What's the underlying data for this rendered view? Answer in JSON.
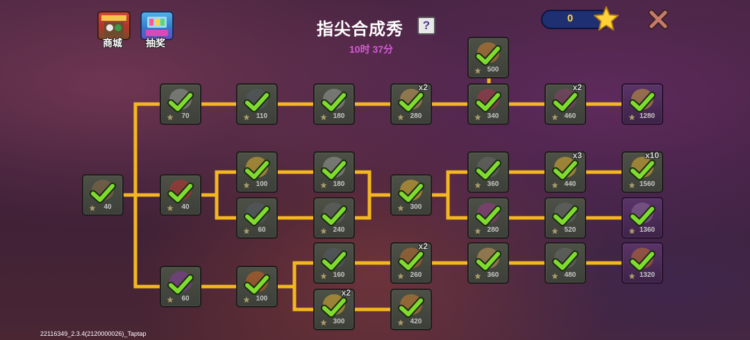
{
  "header": {
    "title": "指尖合成秀",
    "help_label": "?",
    "timer": "10时 37分",
    "star_count": "0"
  },
  "buttons": {
    "shop_label": "商城",
    "lottery_label": "抽奖"
  },
  "footer": {
    "version": "22116349_2.3.4(2120000026)_Taptap"
  },
  "colors": {
    "connector": "#f4b71f",
    "check": "#7fdc2e",
    "star": "#ffd23a",
    "timer": "#d65ad8",
    "close": "#c87a6a"
  },
  "nodes": [
    {
      "id": "root",
      "cost": "40",
      "multiplier": "",
      "rare": false,
      "completed": true,
      "art_color": "#8b6a4a"
    },
    {
      "id": "r1c1",
      "cost": "70",
      "multiplier": "",
      "rare": false,
      "completed": true,
      "art_color": "#9a9a9a"
    },
    {
      "id": "r1c2",
      "cost": "110",
      "multiplier": "",
      "rare": false,
      "completed": true,
      "art_color": "#555b66"
    },
    {
      "id": "r1c3",
      "cost": "180",
      "multiplier": "",
      "rare": false,
      "completed": true,
      "art_color": "#9a9a9a"
    },
    {
      "id": "r1c4",
      "cost": "280",
      "multiplier": "x2",
      "rare": false,
      "completed": true,
      "art_color": "#c89a5a"
    },
    {
      "id": "r1c5",
      "cost": "340",
      "multiplier": "",
      "rare": false,
      "completed": true,
      "art_color": "#b03050"
    },
    {
      "id": "r1top",
      "cost": "500",
      "multiplier": "",
      "rare": false,
      "completed": true,
      "art_color": "#d08030"
    },
    {
      "id": "r1c6",
      "cost": "460",
      "multiplier": "x2",
      "rare": false,
      "completed": true,
      "art_color": "#8a4070"
    },
    {
      "id": "r1c7",
      "cost": "1280",
      "multiplier": "",
      "rare": true,
      "completed": true,
      "art_color": "#c8a040"
    },
    {
      "id": "r2c1",
      "cost": "40",
      "multiplier": "",
      "rare": false,
      "completed": true,
      "art_color": "#c03030"
    },
    {
      "id": "r2a",
      "cost": "100",
      "multiplier": "",
      "rare": false,
      "completed": true,
      "art_color": "#e0b030"
    },
    {
      "id": "r2b",
      "cost": "60",
      "multiplier": "",
      "rare": false,
      "completed": true,
      "art_color": "#555b66"
    },
    {
      "id": "r2c",
      "cost": "180",
      "multiplier": "",
      "rare": false,
      "completed": true,
      "art_color": "#9a9a9a"
    },
    {
      "id": "r2d",
      "cost": "240",
      "multiplier": "",
      "rare": false,
      "completed": true,
      "art_color": "#666"
    },
    {
      "id": "r2mid",
      "cost": "300",
      "multiplier": "",
      "rare": false,
      "completed": true,
      "art_color": "#e0b030"
    },
    {
      "id": "r2e",
      "cost": "360",
      "multiplier": "",
      "rare": false,
      "completed": true,
      "art_color": "#6a6a6a"
    },
    {
      "id": "r2f",
      "cost": "280",
      "multiplier": "",
      "rare": false,
      "completed": true,
      "art_color": "#9a3a8a"
    },
    {
      "id": "r2g",
      "cost": "440",
      "multiplier": "x3",
      "rare": false,
      "completed": true,
      "art_color": "#e0b030"
    },
    {
      "id": "r2h",
      "cost": "520",
      "multiplier": "",
      "rare": false,
      "completed": true,
      "art_color": "#6a6a6a"
    },
    {
      "id": "r2i",
      "cost": "1560",
      "multiplier": "x10",
      "rare": false,
      "completed": true,
      "art_color": "#e0b030"
    },
    {
      "id": "r2j",
      "cost": "1360",
      "multiplier": "",
      "rare": true,
      "completed": true,
      "art_color": "#8a6a9a"
    },
    {
      "id": "r3c1",
      "cost": "60",
      "multiplier": "",
      "rare": false,
      "completed": true,
      "art_color": "#8a3aa0"
    },
    {
      "id": "r3c2",
      "cost": "100",
      "multiplier": "",
      "rare": false,
      "completed": true,
      "art_color": "#d06020"
    },
    {
      "id": "r3a",
      "cost": "160",
      "multiplier": "",
      "rare": false,
      "completed": true,
      "art_color": "#555b66"
    },
    {
      "id": "r3b",
      "cost": "300",
      "multiplier": "x2",
      "rare": false,
      "completed": true,
      "art_color": "#e0b030"
    },
    {
      "id": "r3c",
      "cost": "260",
      "multiplier": "x2",
      "rare": false,
      "completed": true,
      "art_color": "#c07030"
    },
    {
      "id": "r3d",
      "cost": "420",
      "multiplier": "",
      "rare": false,
      "completed": true,
      "art_color": "#d08030"
    },
    {
      "id": "r3e",
      "cost": "360",
      "multiplier": "",
      "rare": false,
      "completed": true,
      "art_color": "#c89a5a"
    },
    {
      "id": "r3f",
      "cost": "480",
      "multiplier": "",
      "rare": false,
      "completed": true,
      "art_color": "#6a6a6a"
    },
    {
      "id": "r3g",
      "cost": "1320",
      "multiplier": "",
      "rare": true,
      "completed": true,
      "art_color": "#c07030"
    }
  ]
}
